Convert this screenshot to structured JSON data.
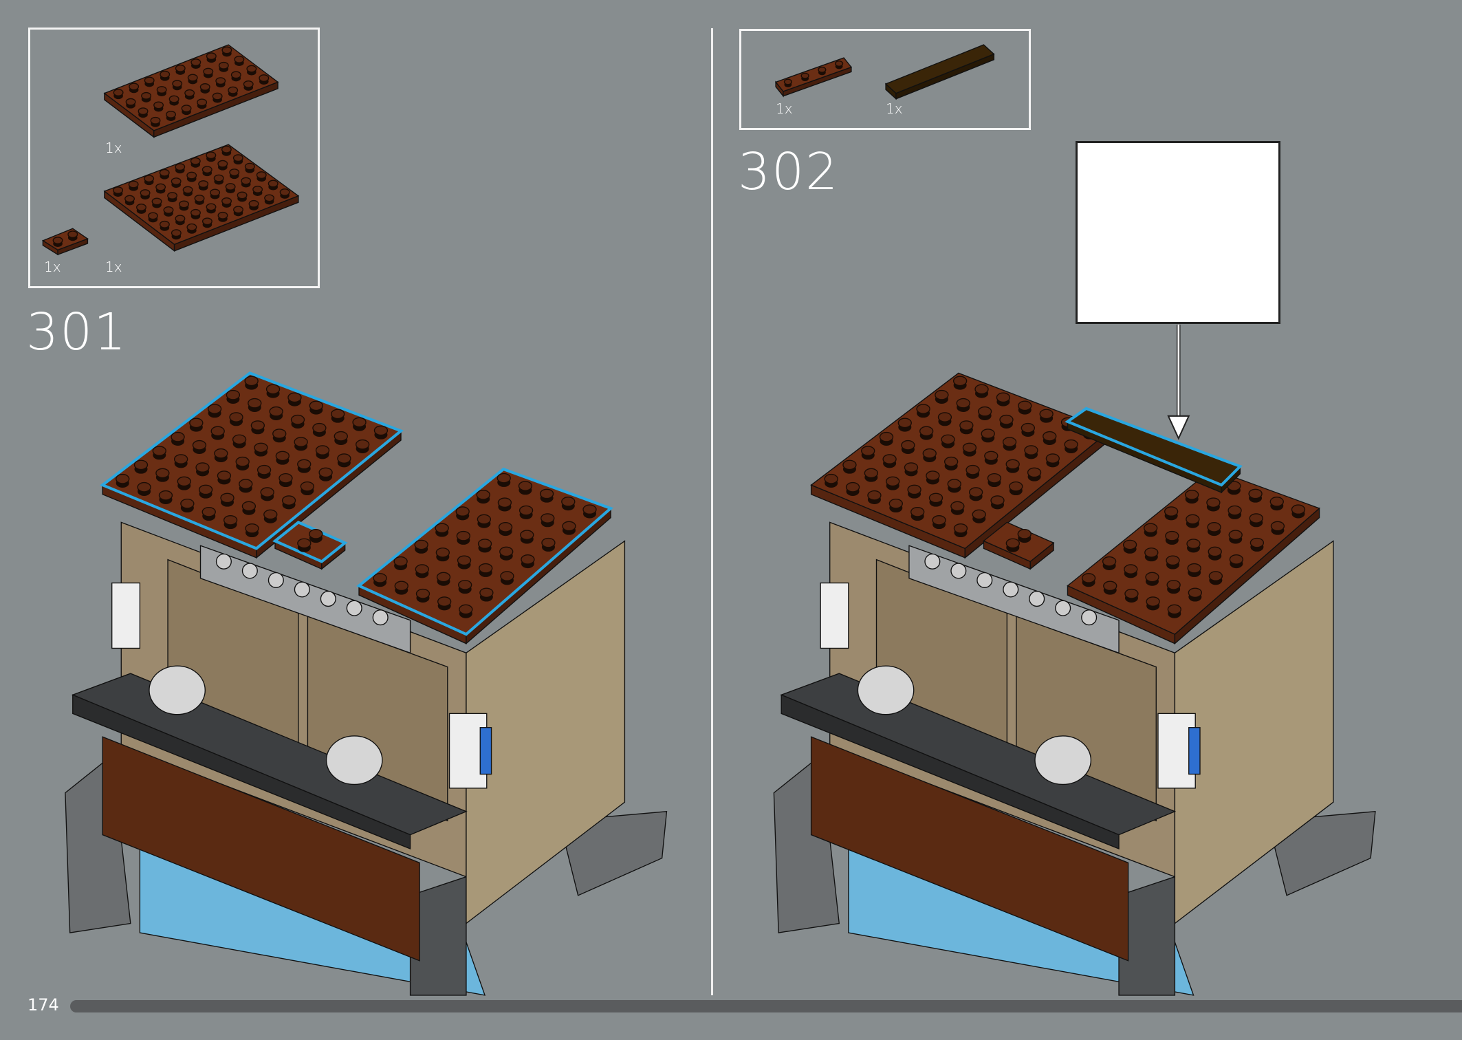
{
  "page_number": "174",
  "colors": {
    "background": "#878d8f",
    "reddish_brown": "#6b2e14",
    "dark_brown": "#3a2508",
    "tan": "#9c8a6e",
    "highlight_outline": "#2aa7e0",
    "arrow_green": "#2a9d4a",
    "progress_track": "#5a5c5e"
  },
  "steps": [
    {
      "number": "301",
      "parts": [
        {
          "name": "plate-4x8-reddish-brown",
          "qty": "1x"
        },
        {
          "name": "plate-1x2-reddish-brown",
          "qty": "1x"
        },
        {
          "name": "plate-6x8-reddish-brown",
          "qty": "1x"
        }
      ]
    },
    {
      "number": "302",
      "parts": [
        {
          "name": "plate-1x4-reddish-brown",
          "qty": "1x"
        },
        {
          "name": "tile-1x6-dark-brown",
          "qty": "1x"
        }
      ]
    }
  ]
}
